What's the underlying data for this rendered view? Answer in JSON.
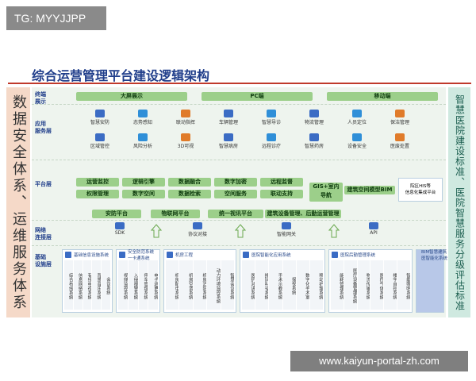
{
  "tag": "TG: MYYJJPP",
  "title": "综合运营管理平台建设逻辑架构",
  "left_sidebar": "数据安全体系、运维服务体系",
  "right_sidebar": "智慧医院建设标准、医院智慧服务分级评估标准",
  "layers": {
    "terminal": {
      "label": "终端\n展示",
      "items": [
        "大屏展示",
        "PC端",
        "移动端"
      ]
    },
    "app": {
      "label": "应用\n服务层",
      "row1": [
        "智慧安防",
        "态势感知",
        "联动指挥",
        "车辆管理",
        "智慧导诊",
        "物流管理",
        "人员定位",
        "保洁管理"
      ],
      "row2": [
        "区域管控",
        "风险分析",
        "3D可视",
        "智慧病房",
        "远程诊疗",
        "智慧药房",
        "设备安全",
        "医废处置"
      ]
    },
    "platform": {
      "label": "平台层",
      "grid": [
        "运营监控",
        "逻辑引擎",
        "数据融合",
        "数字加密",
        "远程监督",
        "权限管理",
        "数字空间",
        "数据检索",
        "空间服务",
        "联动支持"
      ],
      "gis": "GIS+室内\n导航",
      "bim": "建筑空间模型BIM",
      "his": "院区HIS等\n信息化集成平台",
      "bottom": [
        "安防平台",
        "物联网平台",
        "统一视讯平台",
        "建筑设备管理、后勤运营管理"
      ]
    },
    "network": {
      "label": "网络\n连接层",
      "items": [
        "SDK",
        "协议对接",
        "智能网关",
        "API"
      ]
    },
    "base": {
      "label": "基础\n设施层",
      "groups": [
        {
          "name": "基础信息设施系统",
          "cols": [
            "综合布线系统",
            "信息网络系统",
            "有线电视系统",
            "背景音乐系统",
            "会议系统"
          ]
        },
        {
          "name": "安全防范系统\n一卡通系统",
          "cols": [
            "视频监控系统",
            "入侵报警系统",
            "停车管理系统",
            "电子巡更系统"
          ]
        },
        {
          "name": "机房工程",
          "cols": [
            "机房配电系统",
            "机房空调系统",
            "机房消防系统",
            "动力环境监控系统",
            "智慧会议系统"
          ]
        },
        {
          "name": "医院智能化应用系统",
          "cols": [
            "医护对讲系统",
            "排队叫号系统",
            "手术示教系统",
            "探视系统",
            "数字化手术室",
            "移动护理系统"
          ]
        },
        {
          "name": "医院后勤管理系统",
          "cols": [
            "能耗管理系统",
            "医疗设备管理系统",
            "物流传输系统",
            "医疗气体系统",
            "楼宇自控系统",
            "智能照明系统"
          ]
        },
        {
          "name": "BIM智慧建筑\n医智能化系统",
          "cols": []
        }
      ]
    }
  },
  "watermark": "www.kaiyun-portal-zh.com",
  "colors": {
    "accent_green": "#9ccf8a",
    "title_blue": "#1f3d8a",
    "left_bar": "#f5d9c8",
    "right_bar": "#cfe9e0",
    "panel_bg": "#eef4ee"
  }
}
